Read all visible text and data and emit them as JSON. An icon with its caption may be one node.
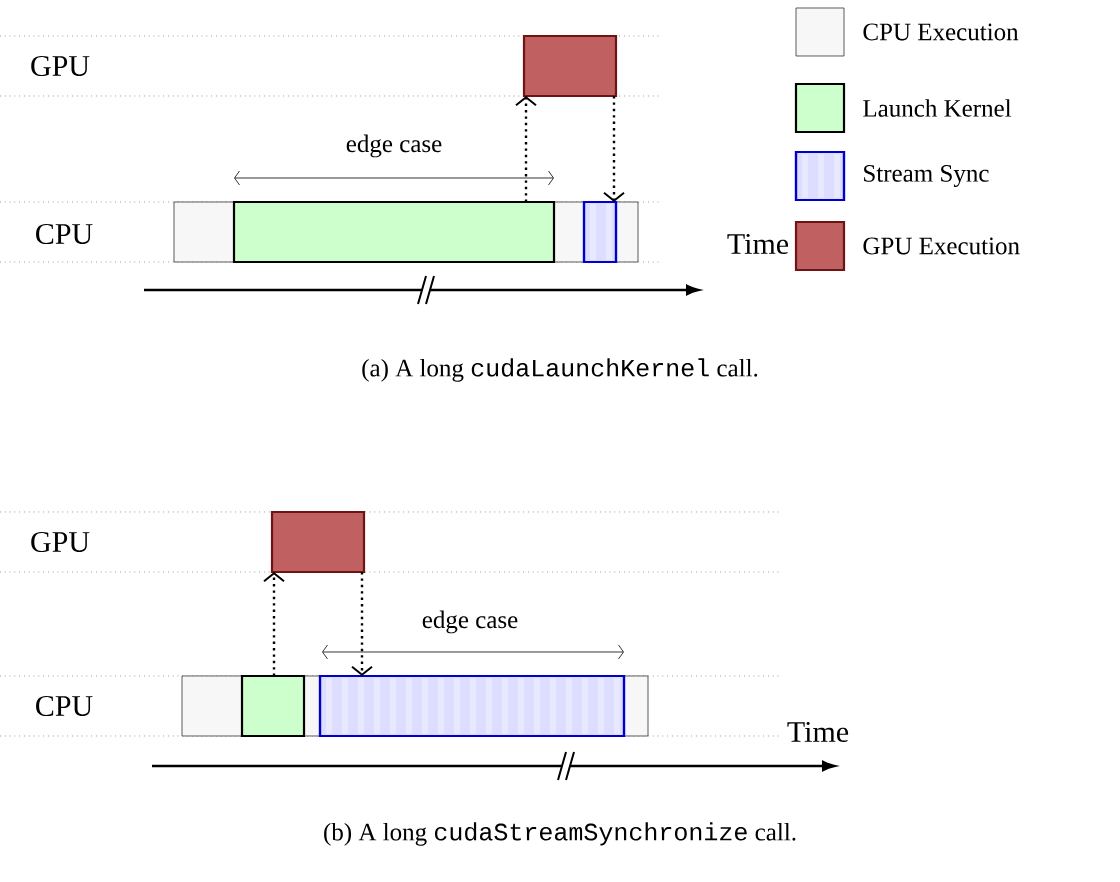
{
  "diagram": {
    "nodes": [
      {
        "text": [],
        "shape": "box"
      },
      {
        "text": [],
        "shape": "box",
        "in": 0
      },
      {
        "text": [],
        "shape": "box",
        "in": 0
      },
      {
        "text": [],
        "shape": "box"
      },
      {
        "text": [],
        "shape": "box"
      },
      {
        "text": [],
        "shape": "box",
        "in": 4
      },
      {
        "text": [],
        "shape": "box",
        "in": 4
      },
      {
        "text": [],
        "shape": "box"
      }
    ],
    "edges": [
      {
        "from": 1,
        "to": 3,
        "arrow": "to"
      },
      {
        "from": 3,
        "to": 2,
        "arrow": "to"
      },
      {
        "from": 5,
        "to": 7,
        "arrow": "to"
      },
      {
        "from": 7,
        "to": 6,
        "arrow": "to"
      }
    ],
    "labels": [
      "GPU",
      "edge case",
      "CPU",
      "Time",
      "(a) A long",
      "cudaLaunchKernel",
      "call.",
      "GPU",
      "edge case",
      "CPU",
      "Time",
      "(b) A long",
      "cudaStreamSynchronize",
      "call."
    ],
    "legend": [
      {
        "text": "CPU Execution",
        "color": "#f7f7f7"
      },
      {
        "text": "Launch Kernel",
        "color": "#ccffcc"
      },
      {
        "text": "Stream Sync",
        "color": "#ddddff"
      },
      {
        "text": "GPU Execution",
        "color": "#c06060"
      }
    ]
  }
}
